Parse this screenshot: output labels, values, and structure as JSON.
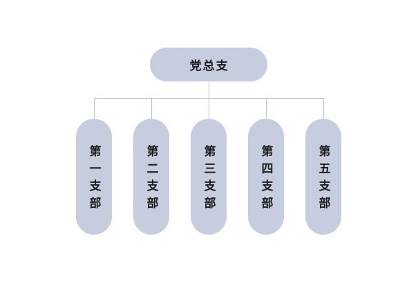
{
  "diagram": {
    "type": "org-chart",
    "root": {
      "label": "党总支"
    },
    "children": [
      {
        "label": "第一支部"
      },
      {
        "label": "第二支部"
      },
      {
        "label": "第三支部"
      },
      {
        "label": "第四支部"
      },
      {
        "label": "第五支部"
      }
    ]
  },
  "colors": {
    "node-fill": "#c5cdde",
    "line-color": "#b7c4d6",
    "text-color": "#1c1c1c",
    "background": "#ffffff"
  }
}
